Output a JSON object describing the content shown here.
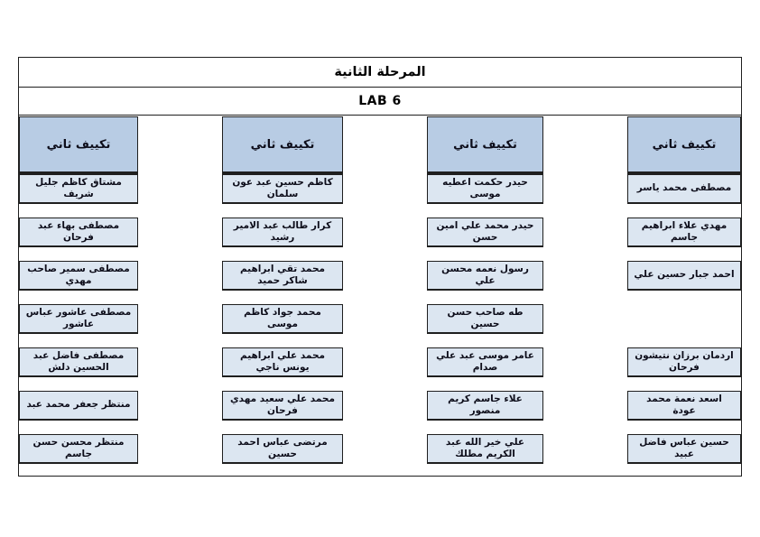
{
  "header": {
    "stage_title": "المرحلة الثانية",
    "lab_title": "LAB 6"
  },
  "colors": {
    "section_header_fill": "#b8cce4",
    "name_cell_fill": "#dce6f1",
    "border": "#1f1f1f",
    "page_background": "#ffffff"
  },
  "columns": [
    {
      "header": "تكييف ثاني",
      "students": [
        "مشتاق كاظم جليل شريف",
        "مصطفى بهاء عبد فرحان",
        "مصطفى سمير صاحب مهدي",
        "مصطفى عاشور عباس عاشور",
        "مصطفى فاضل عبد الحسين دلش",
        "منتظر جعفر محمد عبد",
        "منتظر محسن حسن جاسم"
      ]
    },
    {
      "header": "تكييف ثاني",
      "students": [
        "كاظم حسين عبد عون سلمان",
        "كرار طالب عبد الامير رشيد",
        "محمد تقي ابراهيم شاكر حميد",
        "محمد جواد كاظم موسى",
        "محمد علي ابراهيم يونس ناجي",
        "محمد علي سعيد مهدي فرحان",
        "مرتضى عباس احمد حسين"
      ]
    },
    {
      "header": "تكييف ثاني",
      "students": [
        "حيدر حكمت اعطيه موسى",
        "حيدر محمد علي امين حسن",
        "رسول نعمه محسن علي",
        "طه صاحب حسن حسين",
        "عامر موسى عبد علي صدام",
        "علاء جاسم كريم منصور",
        "علي خير الله عبد الكريم مطلك"
      ]
    },
    {
      "header": "تكييف ثاني",
      "students": [
        "مصطفى محمد ياسر",
        "مهدي علاء ابراهيم جاسم",
        "احمد جبار حسين علي",
        "",
        "اردمان برزان نتيشون فرحان",
        "اسعد نعمة محمد عودة",
        "حسين عباس فاضل عبيد"
      ]
    }
  ]
}
